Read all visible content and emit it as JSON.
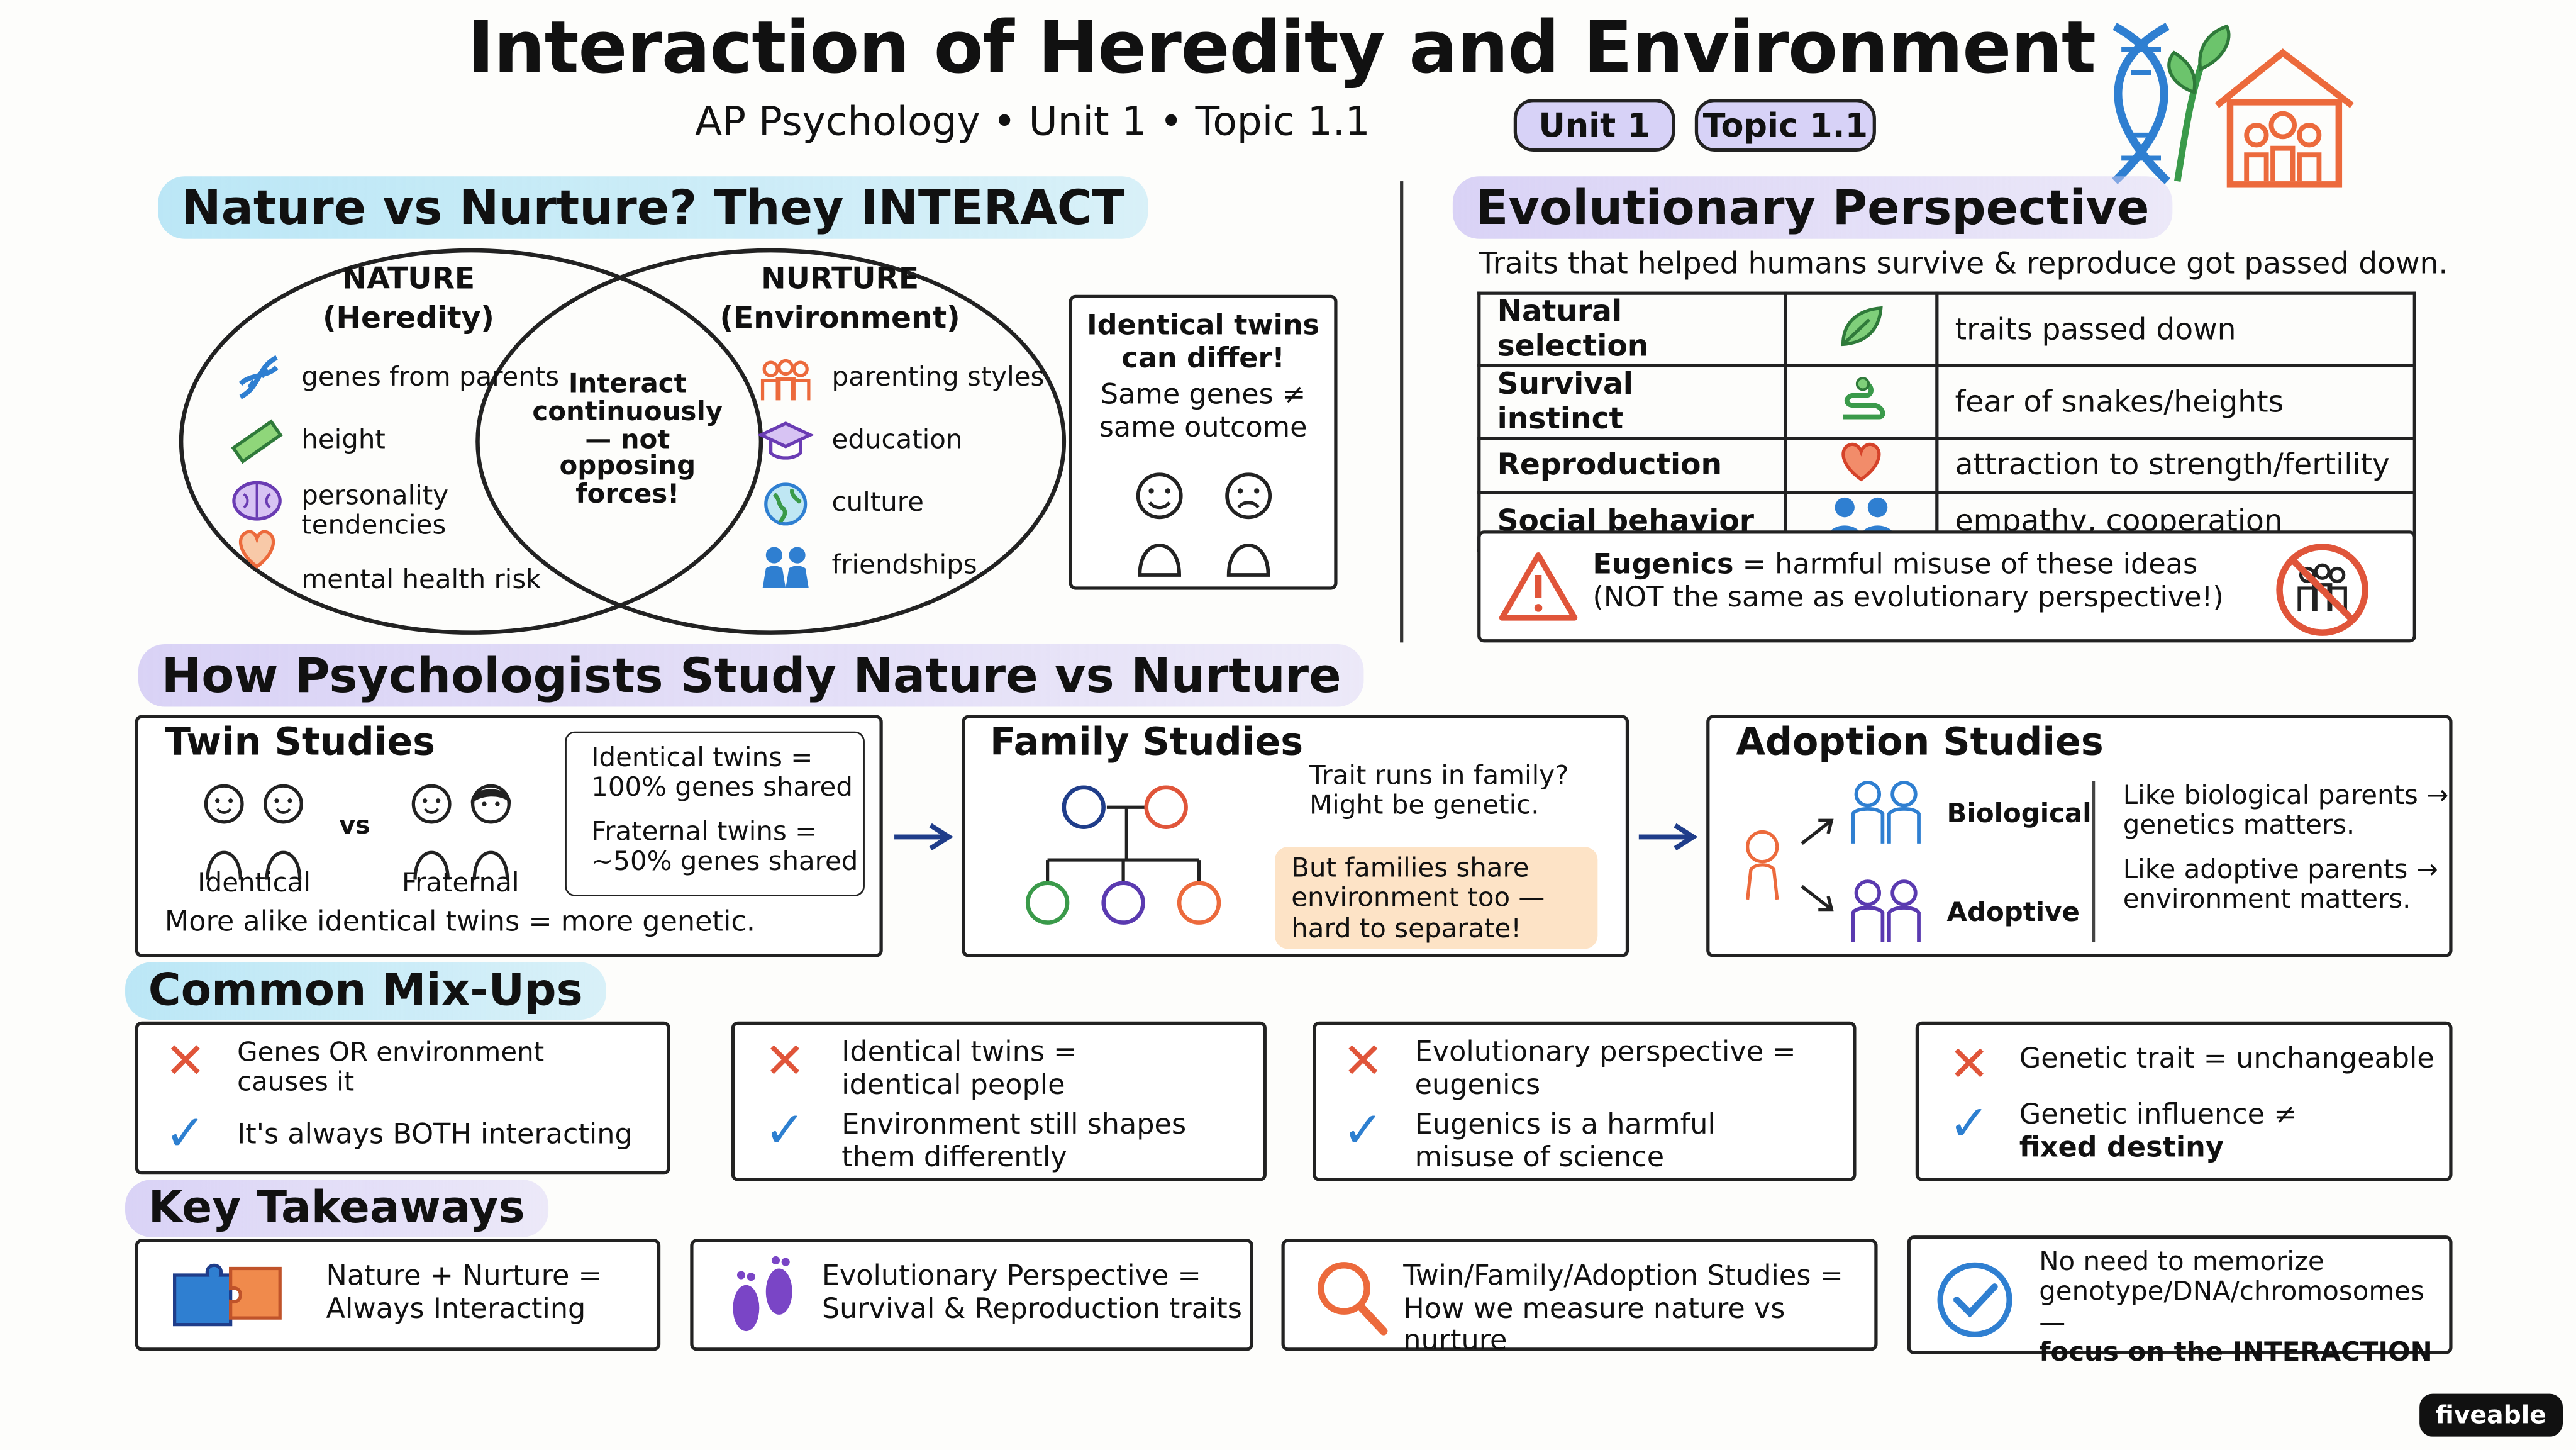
{
  "header": {
    "title": "Interaction of Heredity and Environment",
    "subtitle": "AP Psychology • Unit 1 • Topic 1.1",
    "pills": [
      "Unit 1",
      "Topic 1.1"
    ]
  },
  "nature_nurture": {
    "heading": "Nature vs Nurture? They INTERACT",
    "nature_title": "NATURE",
    "nature_sub": "(Heredity)",
    "nature_items": [
      "genes from parents",
      "height",
      "personality tendencies",
      "mental health risk"
    ],
    "center_lines": [
      "Interact",
      "continuously",
      "— not",
      "opposing",
      "forces!"
    ],
    "nurture_title": "NURTURE",
    "nurture_sub": "(Environment)",
    "nurture_items": [
      "parenting styles",
      "education",
      "culture",
      "friendships"
    ],
    "twins_box": {
      "title_lines": [
        "Identical twins",
        "can differ!"
      ],
      "body_lines": [
        "Same genes ≠",
        "same outcome"
      ]
    }
  },
  "evolutionary": {
    "heading": "Evolutionary Perspective",
    "intro": "Traits that helped humans survive & reproduce got passed down.",
    "rows": [
      {
        "label": "Natural selection",
        "icon": "leaf-icon",
        "desc": "traits passed down"
      },
      {
        "label": "Survival instinct",
        "icon": "snake-icon",
        "desc": "fear of snakes/heights"
      },
      {
        "label": "Reproduction",
        "icon": "heart-icon",
        "desc": "attraction to strength/fertility"
      },
      {
        "label": "Social behavior",
        "icon": "people-icon",
        "desc": "empathy, cooperation"
      }
    ],
    "warning": {
      "term": "Eugenics",
      "text": " = harmful misuse of these ideas",
      "note": "(NOT the same as evolutionary perspective!)"
    }
  },
  "study": {
    "heading": "How Psychologists Study Nature vs Nurture",
    "twin": {
      "title": "Twin Studies",
      "vs": "vs",
      "identical_label": "Identical",
      "fraternal_label": "Fraternal",
      "info1": [
        "Identical twins =",
        "100% genes shared"
      ],
      "info2": [
        "Fraternal twins =",
        "~50% genes shared"
      ],
      "footer": "More alike identical twins = more genetic."
    },
    "family": {
      "title": "Family Studies",
      "text": [
        "Trait runs in family?",
        "Might be genetic."
      ],
      "note": [
        "But families share",
        "environment too —",
        "hard to separate!"
      ]
    },
    "adoption": {
      "title": "Adoption Studies",
      "biological": "Biological",
      "adoptive": "Adoptive",
      "text1": [
        "Like biological parents →",
        "genetics matters."
      ],
      "text2": [
        "Like adoptive parents →",
        "environment matters."
      ]
    }
  },
  "mixups": {
    "heading": "Common Mix-Ups",
    "cards": [
      {
        "wrong": [
          "Genes OR environment",
          "causes it"
        ],
        "right": [
          "It's always BOTH interacting"
        ]
      },
      {
        "wrong": [
          "Identical twins =",
          "identical people"
        ],
        "right": [
          "Environment still shapes",
          "them differently"
        ]
      },
      {
        "wrong": [
          "Evolutionary perspective =",
          "eugenics"
        ],
        "right": [
          "Eugenics is a harmful",
          "misuse of science"
        ]
      },
      {
        "wrong": [
          "Genetic trait = unchangeable"
        ],
        "right": [
          "Genetic influence ≠",
          "fixed destiny"
        ]
      }
    ]
  },
  "takeaways": {
    "heading": "Key Takeaways",
    "cards": [
      {
        "icon": "puzzle-icon",
        "lines": [
          "Nature + Nurture =",
          "Always Interacting"
        ]
      },
      {
        "icon": "footprints-icon",
        "lines": [
          "Evolutionary Perspective =",
          "Survival & Reproduction traits"
        ]
      },
      {
        "icon": "magnifier-icon",
        "lines": [
          "Twin/Family/Adoption Studies =",
          "How we measure nature vs nurture"
        ]
      },
      {
        "icon": "check-circle-icon",
        "lines": [
          "No need to memorize",
          "genotype/DNA/chromosomes —",
          "focus on the INTERACTION"
        ]
      }
    ]
  },
  "brand": "fiveable"
}
